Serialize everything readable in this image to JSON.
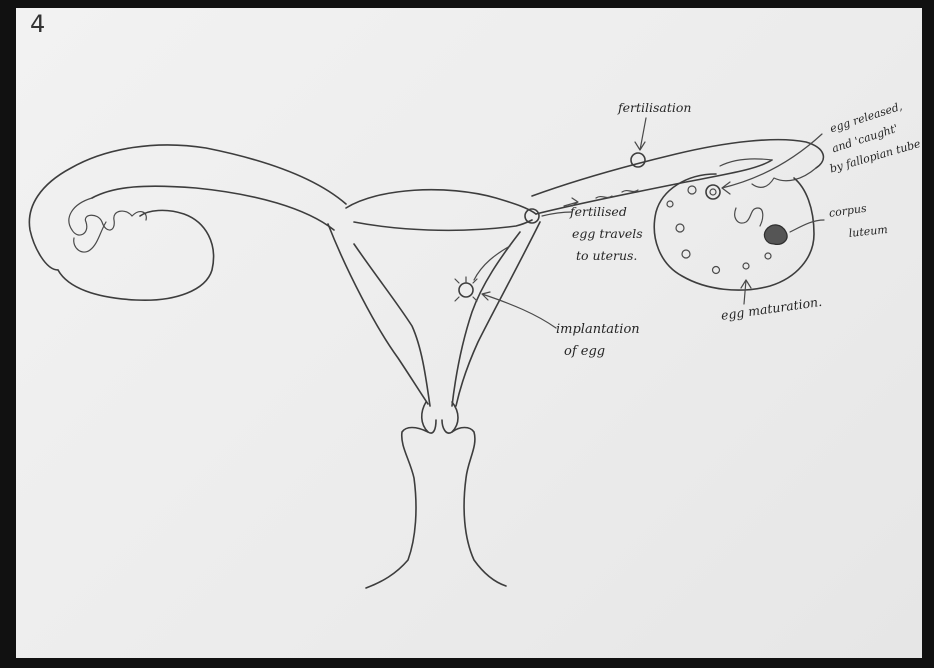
{
  "page": {
    "number": "4"
  },
  "labels": {
    "fertilisation": "fertilisation",
    "egg_released_1": "egg released,",
    "egg_released_2": "and 'caught'",
    "egg_released_3": "by fallopian tube",
    "fertilised_1": "fertilised",
    "fertilised_2": "egg travels",
    "fertilised_3": "to uterus.",
    "corpus_1": "corpus",
    "corpus_2": "luteum",
    "implantation_1": "implantation",
    "implantation_2": "of egg",
    "maturation": "egg maturation."
  }
}
